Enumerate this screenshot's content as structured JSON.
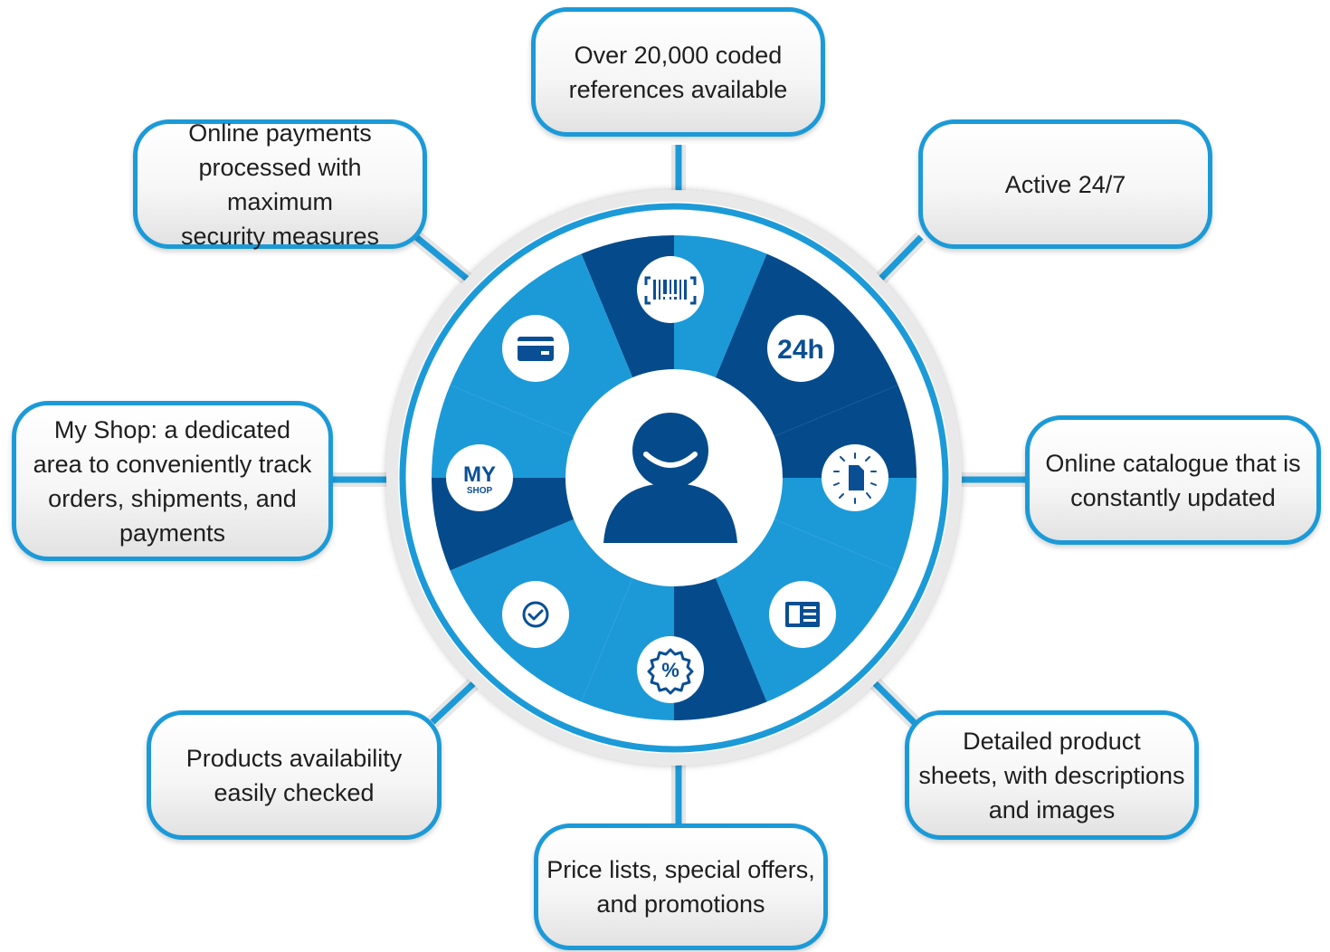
{
  "center": {
    "icon": "user-avatar-icon"
  },
  "colors": {
    "primary_light": "#1c9ad8",
    "primary_dark": "#054b8c",
    "icon_fill": "#0a4f94"
  },
  "segments": [
    {
      "id": "references",
      "icon": "barcode-icon",
      "lines": [
        "Over 20,000 coded",
        "references available"
      ]
    },
    {
      "id": "active",
      "icon": "24h-icon",
      "icon_text": "24h",
      "lines": [
        "Active 24/7"
      ]
    },
    {
      "id": "catalogue",
      "icon": "catalogue-update-icon",
      "lines": [
        "Online catalogue that is",
        "constantly updated"
      ]
    },
    {
      "id": "product-sheets",
      "icon": "product-sheet-icon",
      "lines": [
        "Detailed product",
        "sheets, with descriptions",
        "and images"
      ]
    },
    {
      "id": "price-lists",
      "icon": "percent-badge-icon",
      "lines": [
        "Price lists, special offers,",
        "and promotions"
      ]
    },
    {
      "id": "availability",
      "icon": "check-circle-icon",
      "lines": [
        "Products availability",
        "easily checked"
      ]
    },
    {
      "id": "my-shop",
      "icon": "my-shop-icon",
      "icon_text": [
        "MY",
        "SHOP"
      ],
      "lines": [
        "My Shop: a dedicated",
        "area to conveniently track",
        "orders, shipments, and",
        "payments"
      ]
    },
    {
      "id": "payments",
      "icon": "credit-card-icon",
      "lines": [
        "Online payments",
        "processed with maximum",
        "security measures"
      ]
    }
  ]
}
